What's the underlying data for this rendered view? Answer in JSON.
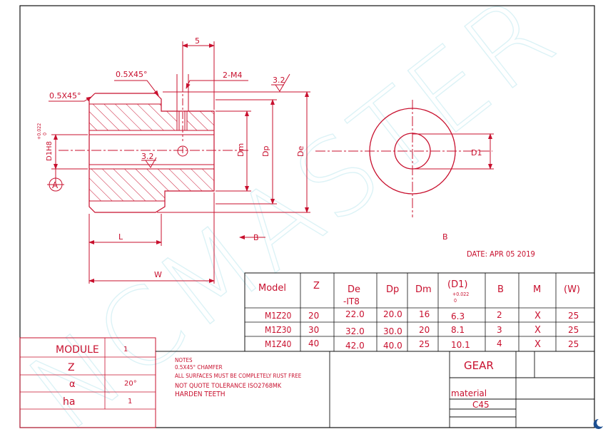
{
  "watermark": "NCMASTER",
  "drawing": {
    "dims": {
      "five": "5",
      "chamfer_top": "0.5X45°",
      "chamfer_left": "0.5X45°",
      "tap": "2-M4",
      "rough_top": "3.2",
      "rough_mid": "3.2",
      "bore_tol_upper": "+0.022",
      "bore_tol_lower": "0",
      "bore": "D1H8",
      "datum": "A",
      "dm": "Dm",
      "dp": "Dp",
      "de": "De",
      "d1": "D1",
      "l": "L",
      "w": "W",
      "b_arrow": "B",
      "view_b": "B"
    },
    "date": "DATE: APR 05 2019"
  },
  "spec_table": {
    "headers": {
      "model": "Model",
      "z": "Z",
      "de": "De",
      "de_tol": "-IT8",
      "dp": "Dp",
      "dm": "Dm",
      "d1": "(D1)",
      "d1_tol_upper": "+0.022",
      "d1_tol_lower": "0",
      "b": "B",
      "m": "M",
      "w": "(W)"
    },
    "rows": [
      {
        "model": "M1Z20",
        "z": "20",
        "de": "22.0",
        "dp": "20.0",
        "dm": "16",
        "d1": "6.3",
        "b": "2",
        "m": "X",
        "w": "25"
      },
      {
        "model": "M1Z30",
        "z": "30",
        "de": "32.0",
        "dp": "30.0",
        "dm": "20",
        "d1": "8.1",
        "b": "3",
        "m": "X",
        "w": "25"
      },
      {
        "model": "M1Z40",
        "z": "40",
        "de": "42.0",
        "dp": "40.0",
        "dm": "25",
        "d1": "10.1",
        "b": "4",
        "m": "X",
        "w": "25"
      }
    ]
  },
  "param_table": {
    "rows": [
      {
        "label": "MODULE",
        "value": "1"
      },
      {
        "label": "Z",
        "value": ""
      },
      {
        "label": "α",
        "value": "20°"
      },
      {
        "label": "ha",
        "value": "1"
      }
    ]
  },
  "notes": [
    "NOTES",
    "0.5X45° CHAMFER",
    "ALL SURFACES MUST BE COMPLETELY RUST FREE",
    "NOT QUOTE TOLERANCE ISO2768MK",
    "HARDEN TEETH"
  ],
  "title_block": {
    "name": "GEAR",
    "material_label": "material",
    "material": "C45"
  },
  "colors": {
    "line": "#c8102e",
    "border": "#111111",
    "watermark": "#c9eef3"
  }
}
